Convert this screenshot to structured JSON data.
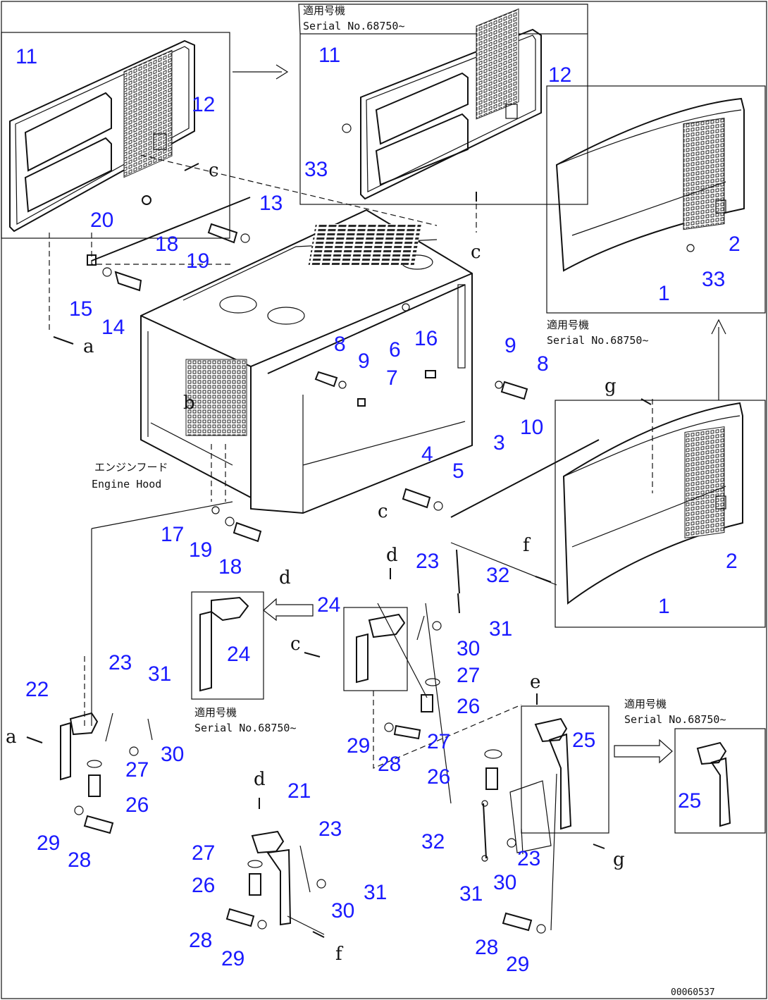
{
  "notes": {
    "serial_top": [
      "適用号機",
      "Serial No.68750~"
    ],
    "serial_right": [
      "適用号機",
      "Serial No.68750~"
    ],
    "serial_mid": [
      "適用号機",
      "Serial No.68750~"
    ],
    "serial_bottom_right": [
      "適用号機",
      "Serial No.68750~"
    ],
    "engine_hood": [
      "エンジンフード",
      "Engine Hood"
    ],
    "drawing_id": "00060537"
  },
  "view_letters": {
    "a1": "a",
    "a2": "a",
    "b": "b",
    "c1": "c",
    "c2": "c",
    "c3": "c",
    "c4": "c",
    "d1": "d",
    "d2": "d",
    "d3": "d",
    "e": "e",
    "f1": "f",
    "f2": "f",
    "g1": "g",
    "g2": "g"
  },
  "callouts": [
    {
      "id": "c1",
      "text": "11"
    },
    {
      "id": "c2",
      "text": "12"
    },
    {
      "id": "c3",
      "text": "13"
    },
    {
      "id": "c4",
      "text": "20"
    },
    {
      "id": "c5",
      "text": "18"
    },
    {
      "id": "c6",
      "text": "19"
    },
    {
      "id": "c7",
      "text": "15"
    },
    {
      "id": "c8",
      "text": "14"
    },
    {
      "id": "c9",
      "text": "11"
    },
    {
      "id": "c10",
      "text": "12"
    },
    {
      "id": "c11",
      "text": "33"
    },
    {
      "id": "c12",
      "text": "2"
    },
    {
      "id": "c13",
      "text": "1"
    },
    {
      "id": "c14",
      "text": "33"
    },
    {
      "id": "c15",
      "text": "16"
    },
    {
      "id": "c16",
      "text": "8"
    },
    {
      "id": "c17",
      "text": "9"
    },
    {
      "id": "c18",
      "text": "6"
    },
    {
      "id": "c19",
      "text": "7"
    },
    {
      "id": "c20",
      "text": "9"
    },
    {
      "id": "c21",
      "text": "8"
    },
    {
      "id": "c22",
      "text": "4"
    },
    {
      "id": "c23",
      "text": "5"
    },
    {
      "id": "c24",
      "text": "3"
    },
    {
      "id": "c25",
      "text": "10"
    },
    {
      "id": "c26",
      "text": "2"
    },
    {
      "id": "c27",
      "text": "1"
    },
    {
      "id": "c28",
      "text": "17"
    },
    {
      "id": "c29",
      "text": "19"
    },
    {
      "id": "c30",
      "text": "18"
    },
    {
      "id": "c31",
      "text": "23"
    },
    {
      "id": "c32",
      "text": "32"
    },
    {
      "id": "c33",
      "text": "24"
    },
    {
      "id": "c34",
      "text": "24"
    },
    {
      "id": "c35",
      "text": "31"
    },
    {
      "id": "c36",
      "text": "30"
    },
    {
      "id": "c37",
      "text": "27"
    },
    {
      "id": "c38",
      "text": "26"
    },
    {
      "id": "c39",
      "text": "29"
    },
    {
      "id": "c40",
      "text": "28"
    },
    {
      "id": "c41",
      "text": "27"
    },
    {
      "id": "c42",
      "text": "26"
    },
    {
      "id": "c43",
      "text": "25"
    },
    {
      "id": "c44",
      "text": "25"
    },
    {
      "id": "c45",
      "text": "22"
    },
    {
      "id": "c46",
      "text": "23"
    },
    {
      "id": "c47",
      "text": "31"
    },
    {
      "id": "c48",
      "text": "30"
    },
    {
      "id": "c49",
      "text": "27"
    },
    {
      "id": "c50",
      "text": "26"
    },
    {
      "id": "c51",
      "text": "29"
    },
    {
      "id": "c52",
      "text": "28"
    },
    {
      "id": "c53",
      "text": "21"
    },
    {
      "id": "c54",
      "text": "23"
    },
    {
      "id": "c55",
      "text": "27"
    },
    {
      "id": "c56",
      "text": "26"
    },
    {
      "id": "c57",
      "text": "31"
    },
    {
      "id": "c58",
      "text": "30"
    },
    {
      "id": "c59",
      "text": "28"
    },
    {
      "id": "c60",
      "text": "29"
    },
    {
      "id": "c61",
      "text": "32"
    },
    {
      "id": "c62",
      "text": "23"
    },
    {
      "id": "c63",
      "text": "31"
    },
    {
      "id": "c64",
      "text": "30"
    },
    {
      "id": "c65",
      "text": "28"
    },
    {
      "id": "c66",
      "text": "29"
    }
  ]
}
